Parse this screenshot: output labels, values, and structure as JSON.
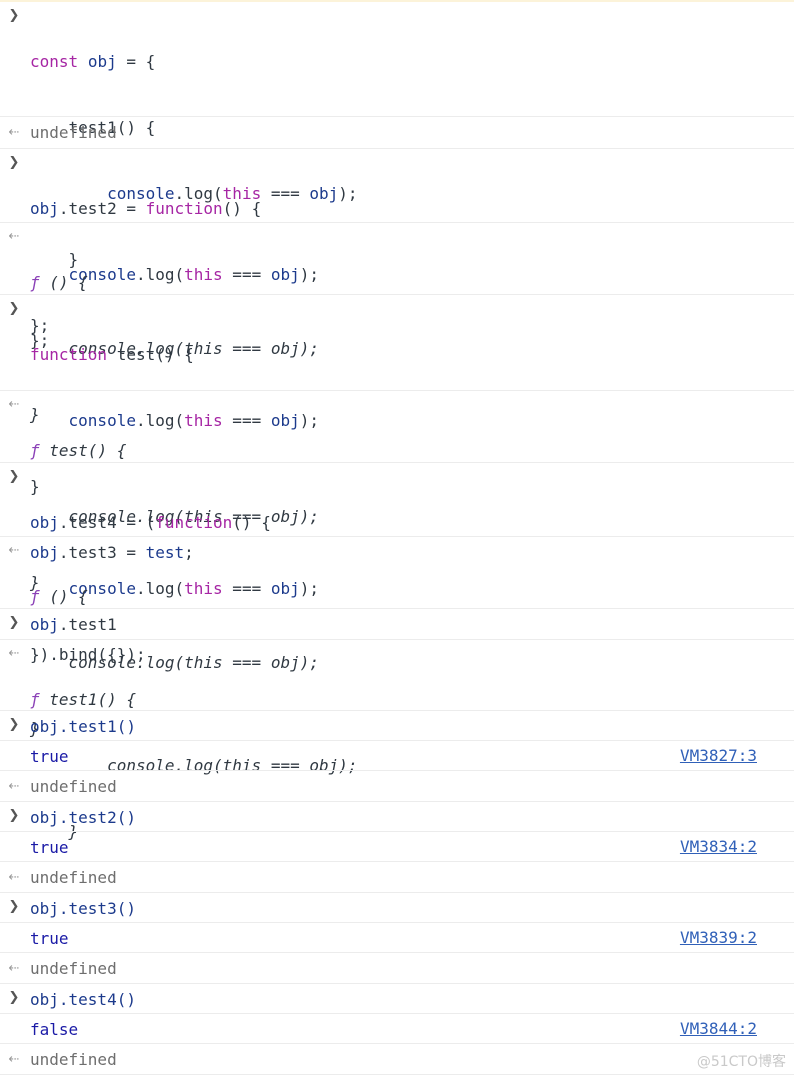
{
  "console": {
    "blocks": [
      {
        "input": [
          "const obj = {",
          "    test1() {",
          "        console.log(this === obj);",
          "    }",
          "};"
        ],
        "output": [
          "undefined"
        ]
      },
      {
        "input": [
          "obj.test2 = function() {",
          "    console.log(this === obj);",
          "};"
        ],
        "output": [
          "ƒ () {",
          "    console.log(this === obj);",
          "}"
        ]
      },
      {
        "input": [
          "function test() {",
          "    console.log(this === obj);",
          "}",
          "obj.test3 = test;"
        ],
        "output": [
          "ƒ test() {",
          "    console.log(this === obj);",
          "}"
        ]
      },
      {
        "input": [
          "obj.test4 = (function() {",
          "    console.log(this === obj);",
          "}).bind({});"
        ],
        "output": [
          "ƒ () {",
          "    console.log(this === obj);",
          "}"
        ]
      },
      {
        "input": [
          "obj.test1"
        ],
        "output": [
          "ƒ test1() {",
          "        console.log(this === obj);",
          "    }"
        ]
      }
    ],
    "calls": [
      {
        "input": "obj.test1()",
        "log": "true",
        "source": "VM3827:3",
        "result": "undefined"
      },
      {
        "input": "obj.test2()",
        "log": "true",
        "source": "VM3834:2",
        "result": "undefined"
      },
      {
        "input": "obj.test3()",
        "log": "true",
        "source": "VM3839:2",
        "result": "undefined"
      },
      {
        "input": "obj.test4()",
        "log": "false",
        "source": "VM3844:2",
        "result": "undefined"
      }
    ],
    "icons": {
      "input_prompt": "chevron-right-icon",
      "return_value": "return-arrow-icon"
    }
  },
  "watermark": "@51CTO博客",
  "colors": {
    "keyword": "#a626a4",
    "variable": "#1c3a8c",
    "link": "#3060b8",
    "boolean": "#1a1aa6"
  }
}
